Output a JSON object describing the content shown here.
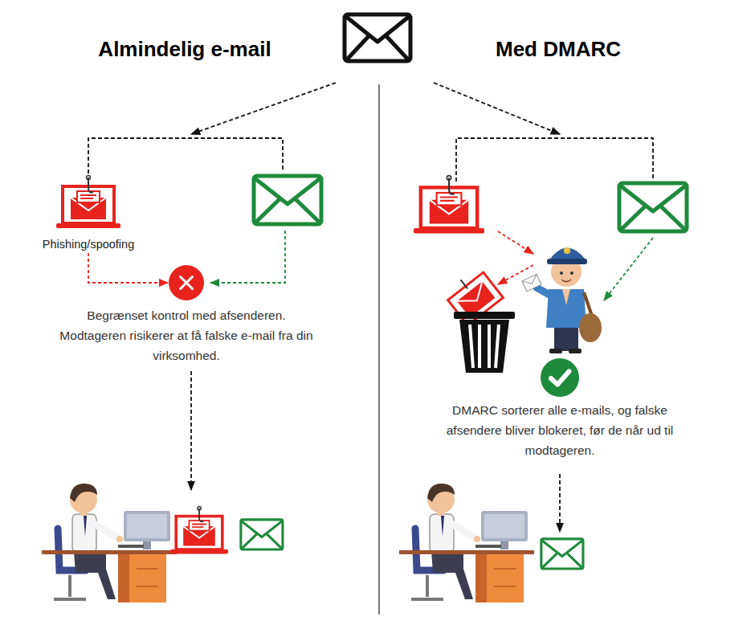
{
  "diagram": {
    "nodes": [
      {
        "text": [
          "Phishing/spoofing"
        ]
      },
      {
        "text": [
          "Begrænset kontrol med afsenderen. Modtageren risikerer at få falske e-mail fra din virksomhed."
        ]
      },
      {
        "text": [
          "DMARC sorterer alle e-mails, og falske afsendere bliver blokeret, før de når ud til modtageren."
        ]
      }
    ],
    "edges": [
      {
        "from": 0,
        "to": 1,
        "arrow": "to"
      }
    ],
    "labels": [
      "Almindelig e-mail",
      "Med DMARC"
    ]
  }
}
